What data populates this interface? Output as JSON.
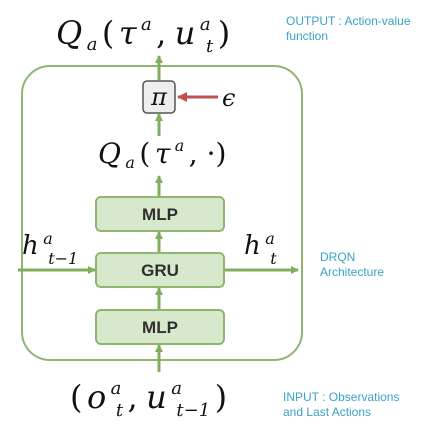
{
  "colors": {
    "frame": "#8fb66e",
    "block_fill": "#d8e8cd",
    "block_stroke": "#8fb66e",
    "arrow": "#7fae5c",
    "epsilon_arrow": "#c0504d",
    "note_text": "#3aa1c7"
  },
  "output": {
    "func": "Q",
    "func_sub": "a",
    "arg_tau": "τ",
    "arg_tau_sup": "a",
    "comma": ",",
    "arg_u": "u",
    "arg_u_sup": "a",
    "arg_u_sub": "t",
    "note_line1": "OUTPUT : Action-value",
    "note_line2": "function"
  },
  "policy": {
    "symbol": "π",
    "epsilon": "ϵ"
  },
  "q_intermediate": {
    "func": "Q",
    "func_sub": "a",
    "arg_tau": "τ",
    "arg_tau_sup": "a",
    "rest": ", ·)"
  },
  "blocks": {
    "top": "MLP",
    "middle": "GRU",
    "bottom": "MLP"
  },
  "hidden_in": {
    "symbol": "h",
    "sup": "a",
    "sub": "t−1"
  },
  "hidden_out": {
    "symbol": "h",
    "sup": "a",
    "sub": "t"
  },
  "architecture_note": {
    "line1": "DRQN",
    "line2": "Architecture"
  },
  "input": {
    "obs": "o",
    "obs_sup": "a",
    "obs_sub": "t",
    "comma": ",",
    "act": "u",
    "act_sup": "a",
    "act_sub": "t−1",
    "note_line1": "INPUT : Observations",
    "note_line2": "and Last Actions"
  }
}
